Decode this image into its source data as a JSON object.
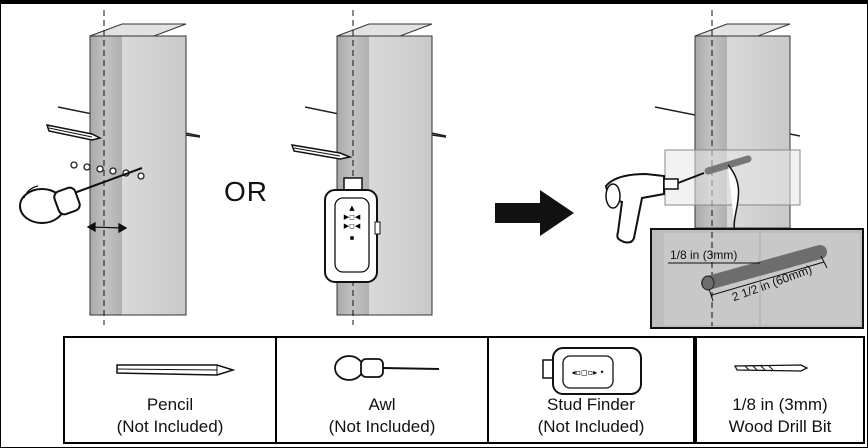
{
  "or_text": "OR",
  "callout": {
    "hole_size": "1/8 in (3mm)",
    "depth": "2 1/2 in (60mm)"
  },
  "tools": [
    {
      "name": "Pencil",
      "note": "(Not Included)"
    },
    {
      "name": "Awl",
      "note": "(Not Included)"
    },
    {
      "name": "Stud Finder",
      "note": "(Not Included)"
    },
    {
      "name": "1/8 in (3mm)",
      "note": "Wood Drill Bit"
    }
  ]
}
